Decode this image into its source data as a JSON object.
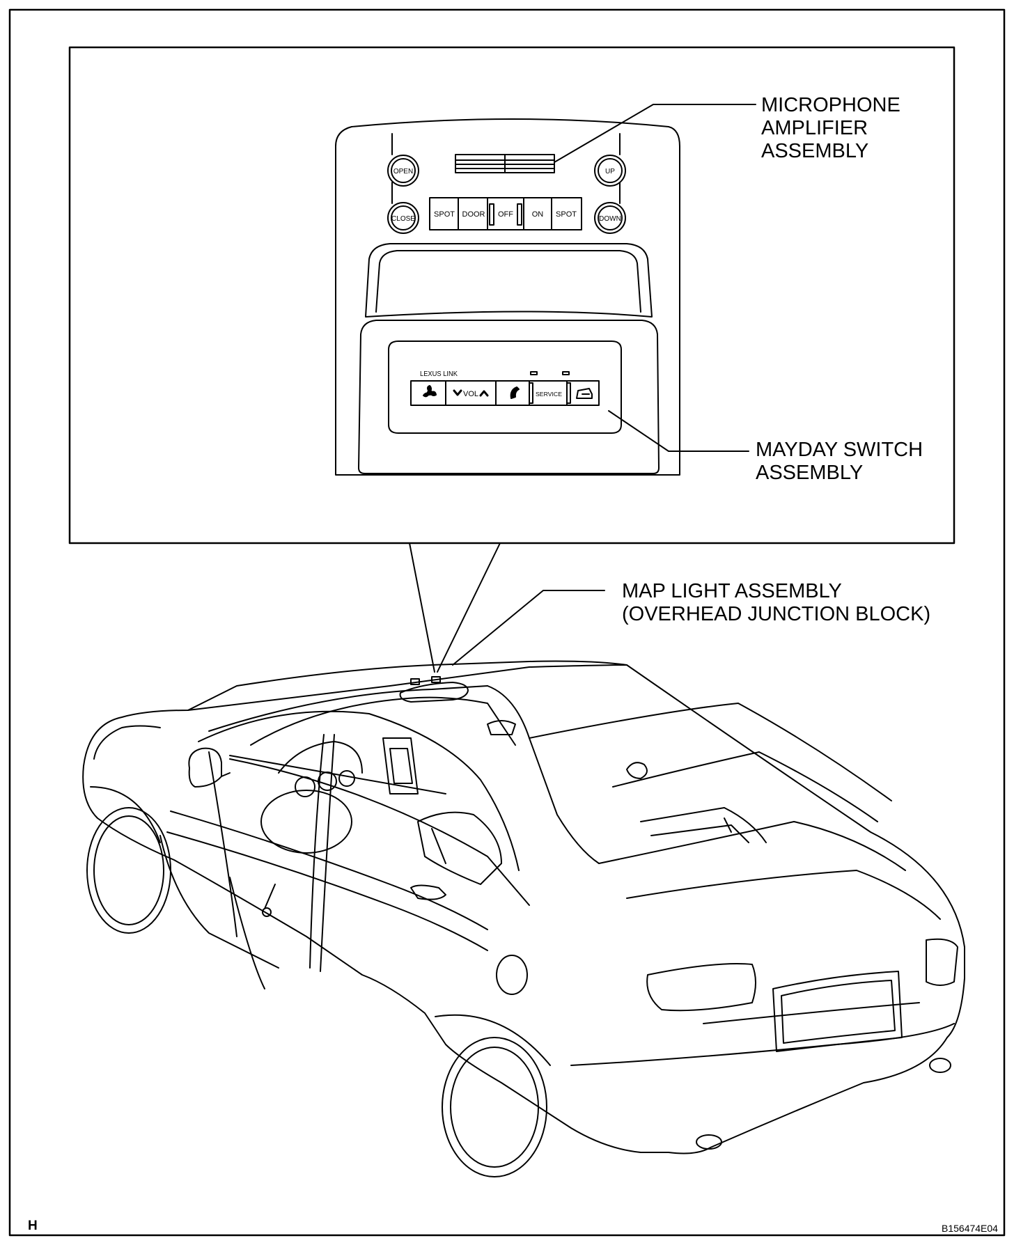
{
  "panel_buttons": {
    "open": "OPEN",
    "close": "CLOSE",
    "up": "UP",
    "down": "DOWN",
    "spot_left": "SPOT",
    "door": "DOOR",
    "off": "OFF",
    "on": "ON",
    "spot_right": "SPOT"
  },
  "mayday": {
    "brand": "LEXUS LINK",
    "vol": "VOL",
    "service": "SERVICE"
  },
  "callouts": {
    "microphone": [
      "MICROPHONE",
      "AMPLIFIER",
      "ASSEMBLY"
    ],
    "mayday": [
      "MAYDAY SWITCH",
      "ASSEMBLY"
    ],
    "map_light": [
      "MAP LIGHT ASSEMBLY",
      "(OVERHEAD JUNCTION BLOCK)"
    ]
  },
  "corner_letter": "H",
  "figure_code": "B156474E04"
}
